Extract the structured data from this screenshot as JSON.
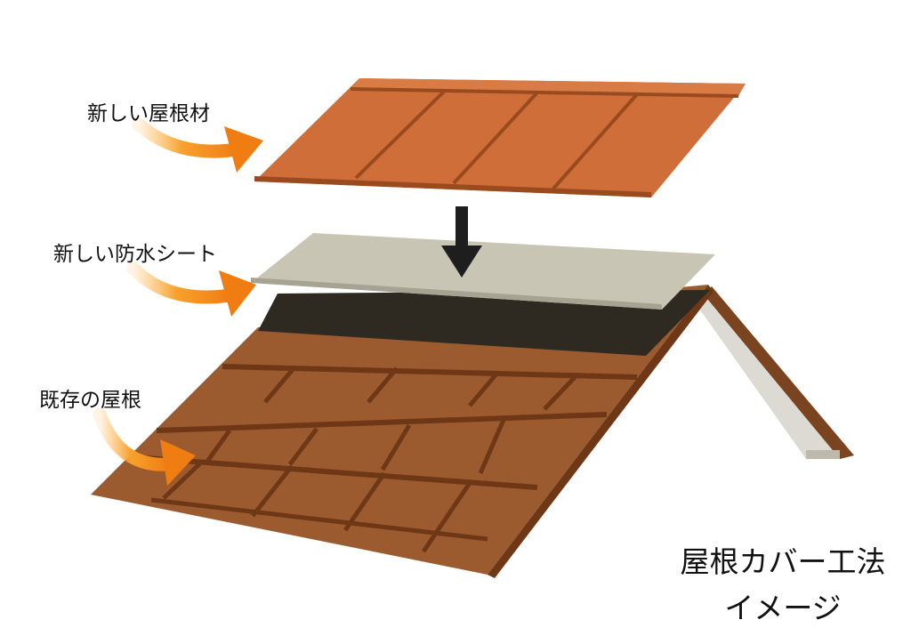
{
  "labels": {
    "new_roofing": "新しい屋根材",
    "new_waterproof_sheet": "新しい防水シート",
    "existing_roof": "既存の屋根"
  },
  "caption": {
    "line1": "屋根カバー工法",
    "line2": "イメージ"
  },
  "colors": {
    "new_roof": "#cf6e39",
    "new_roof_line": "#9a4a1f",
    "sheet": "#c9c5b4",
    "underlay": "#2e2a21",
    "old_roof": "#9c5a2f",
    "old_roof_line": "#6e3816",
    "arrow_orange": "#f08a1c",
    "arrow_down": "#1e1e1e"
  },
  "icons": {
    "pointer": "curved-orange-arrow-icon",
    "layer_direction": "down-arrow-icon"
  }
}
